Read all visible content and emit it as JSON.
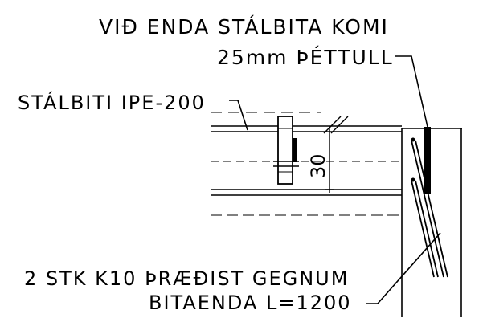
{
  "labels": {
    "top_line1": "VIÐ ENDA STÁLBITA KOMI",
    "top_line2": "25mm ÞÉTTULL",
    "beam": "STÁLBITI IPE-200",
    "dimension": "30",
    "bottom_line1": "2 STK K10 ÞRÆÐIST GEGNUM",
    "bottom_line2": "BITAENDA L=1200"
  }
}
